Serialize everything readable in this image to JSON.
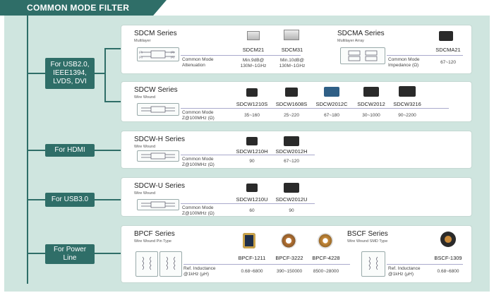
{
  "header": {
    "title": "COMMON MODE FILTER"
  },
  "categories": [
    {
      "label": "For USB2.0,\nIEEE1394,\nLVDS, DVI"
    },
    {
      "label": "For HDMI"
    },
    {
      "label": "For USB3.0"
    },
    {
      "label": "For Power\nLine"
    }
  ],
  "cards": {
    "sdcm": {
      "title": "SDCM Series",
      "subtitle": "Multilayer",
      "row_label": "Common Mode\nAttenuation",
      "parts": [
        {
          "pn": "SDCM21",
          "value": "Min.9dB@\n130M~1GHz"
        },
        {
          "pn": "SDCM31",
          "value": "Min.10dB@\n130M~1GHz"
        }
      ]
    },
    "sdcma": {
      "title": "SDCMA Series",
      "subtitle": "Multilayer Array",
      "row_label": "Common Mode\nImpedance (Ω)",
      "parts": [
        {
          "pn": "SDCMA21",
          "value": "67~120"
        }
      ]
    },
    "sdcw": {
      "title": "SDCW Series",
      "subtitle": "Wire Wound",
      "row_label": "Common Mode\nZ@100MHz (Ω)",
      "parts": [
        {
          "pn": "SDCW1210S",
          "value": "35~160"
        },
        {
          "pn": "SDCW1608S",
          "value": "25~220"
        },
        {
          "pn": "SDCW2012C",
          "value": "67~180"
        },
        {
          "pn": "SDCW2012",
          "value": "30~1000"
        },
        {
          "pn": "SDCW3216",
          "value": "90~2200"
        }
      ]
    },
    "sdcwh": {
      "title": "SDCW-H Series",
      "subtitle": "Wire Wound",
      "row_label": "Common Mode\nZ@100MHz (Ω)",
      "parts": [
        {
          "pn": "SDCW1210H",
          "value": "90"
        },
        {
          "pn": "SDCW2012H",
          "value": "67~120"
        }
      ]
    },
    "sdcwu": {
      "title": "SDCW-U Series",
      "subtitle": "Wire Wound",
      "row_label": "Common Mode\nZ@100MHz (Ω)",
      "parts": [
        {
          "pn": "SDCW1210U",
          "value": "60"
        },
        {
          "pn": "SDCW2012U",
          "value": "90"
        }
      ]
    },
    "bpcf": {
      "title": "BPCF Series",
      "subtitle": "Wire Wound Pin Type",
      "row_label": "Ref. Inductance\n@1kHz (μH)",
      "parts": [
        {
          "pn": "BPCF-1211",
          "value": "0.68~6800"
        },
        {
          "pn": "BPCF-3222",
          "value": "390~150000"
        },
        {
          "pn": "BPCF-4228",
          "value": "8500~28000"
        }
      ]
    },
    "bscf": {
      "title": "BSCF Series",
      "subtitle": "Wire Wound SMD Type",
      "row_label": "Ref. Inductance\n@1kHz (μH)",
      "parts": [
        {
          "pn": "BSCF-1309",
          "value": "0.68~6800"
        }
      ]
    }
  },
  "colors": {
    "brand": "#2f6e68",
    "panel": "#cfe5df",
    "card": "#ffffff",
    "chip": "#2a2a2a",
    "chip_blue": "#2f5f86"
  }
}
